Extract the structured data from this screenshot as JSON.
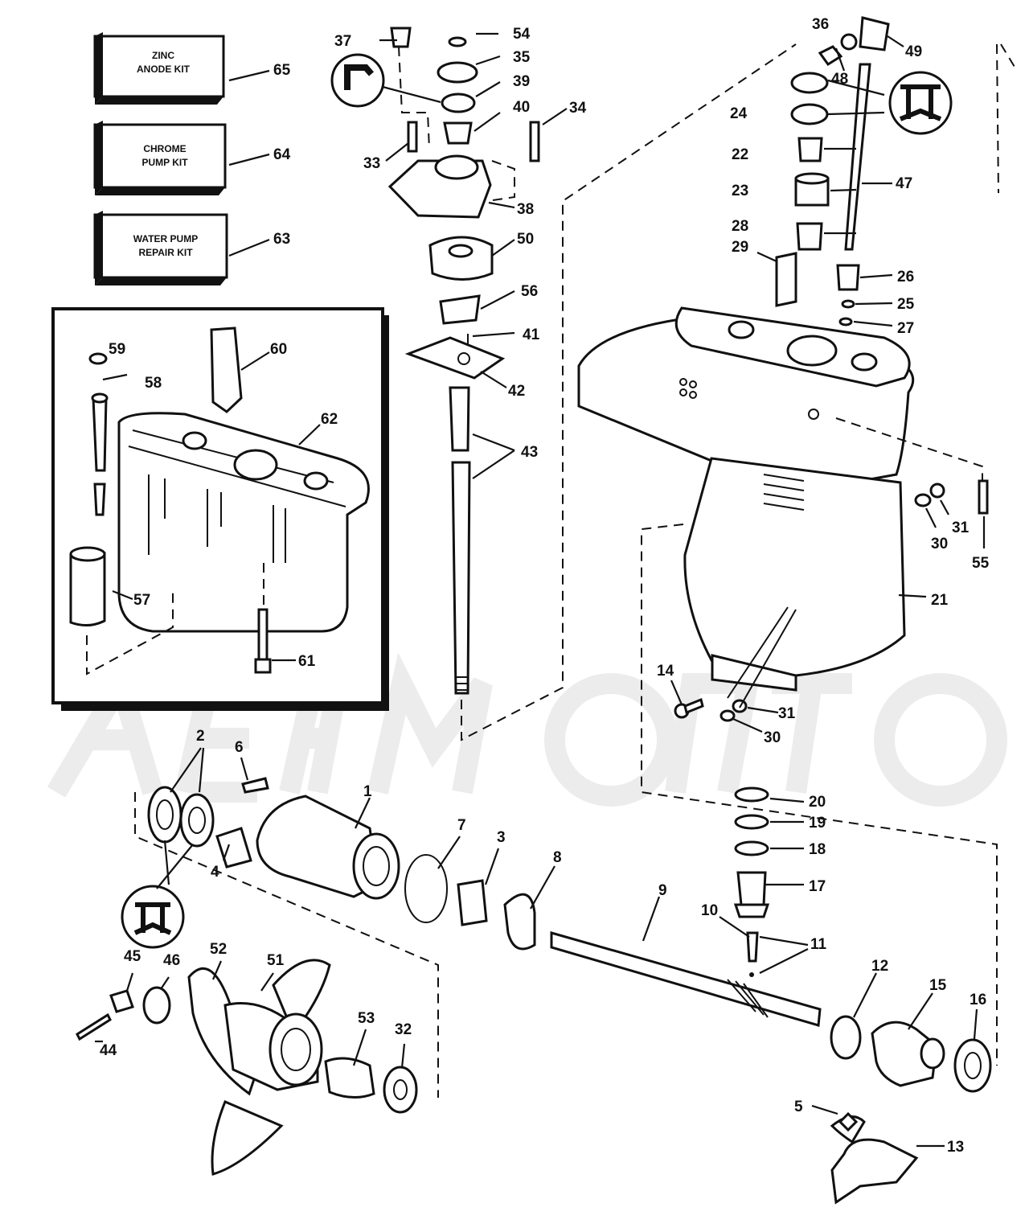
{
  "kits": [
    {
      "lines": [
        "ZINC",
        "ANODE KIT"
      ],
      "ref": "65"
    },
    {
      "lines": [
        "CHROME",
        "PUMP KIT"
      ],
      "ref": "64"
    },
    {
      "lines": [
        "WATER PUMP",
        "REPAIR KIT"
      ],
      "ref": "63"
    }
  ],
  "callouts": {
    "c1": "1",
    "c2": "2",
    "c3": "3",
    "c4": "4",
    "c5": "5",
    "c6": "6",
    "c7": "7",
    "c8": "8",
    "c9": "9",
    "c10": "10",
    "c11": "11",
    "c12": "12",
    "c13": "13",
    "c14": "14",
    "c15": "15",
    "c16": "16",
    "c17": "17",
    "c18": "18",
    "c19": "19",
    "c20": "20",
    "c21": "21",
    "c22": "22",
    "c23": "23",
    "c24": "24",
    "c25": "25",
    "c26": "26",
    "c27": "27",
    "c28": "28",
    "c29": "29",
    "c30a": "30",
    "c30b": "30",
    "c31a": "31",
    "c31b": "31",
    "c32": "32",
    "c33": "33",
    "c34": "34",
    "c35": "35",
    "c36": "36",
    "c37": "37",
    "c38": "38",
    "c39": "39",
    "c40": "40",
    "c41": "41",
    "c42": "42",
    "c43": "43",
    "c44": "44",
    "c45": "45",
    "c46": "46",
    "c47": "47",
    "c48": "48",
    "c49": "49",
    "c50": "50",
    "c51": "51",
    "c52": "52",
    "c53": "53",
    "c54": "54",
    "c55": "55",
    "c56": "56",
    "c57": "57",
    "c58": "58",
    "c59": "59",
    "c60": "60",
    "c61": "61",
    "c62": "62"
  }
}
